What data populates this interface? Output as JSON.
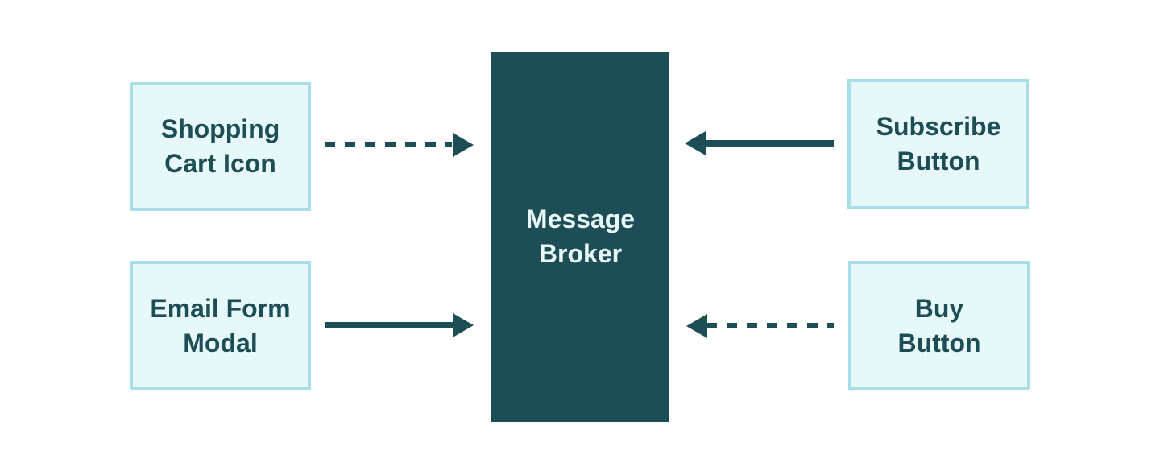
{
  "diagram": {
    "broker": {
      "id": "message-broker",
      "label": "Message\nBroker"
    },
    "nodes": [
      {
        "id": "shopping-cart-icon",
        "label": "Shopping\nCart Icon",
        "side": "left",
        "row": "top"
      },
      {
        "id": "email-form-modal",
        "label": "Email Form\nModal",
        "side": "left",
        "row": "bottom"
      },
      {
        "id": "subscribe-button",
        "label": "Subscribe\nButton",
        "side": "right",
        "row": "top"
      },
      {
        "id": "buy-button",
        "label": "Buy\nButton",
        "side": "right",
        "row": "bottom"
      }
    ],
    "edges": [
      {
        "from": "shopping-cart-icon",
        "to": "message-broker",
        "line_style": "dashed",
        "direction": "right"
      },
      {
        "from": "subscribe-button",
        "to": "message-broker",
        "line_style": "solid",
        "direction": "left"
      },
      {
        "from": "email-form-modal",
        "to": "message-broker",
        "line_style": "solid",
        "direction": "right"
      },
      {
        "from": "buy-button",
        "to": "message-broker",
        "line_style": "dashed",
        "direction": "left"
      }
    ],
    "colors": {
      "background": "#ffffff",
      "broker_fill": "#1d4e56",
      "broker_text": "#e9f7f9",
      "node_fill": "#e7f8fb",
      "node_border": "#a9dee8",
      "node_text": "#1d4e56",
      "arrow": "#1d4e56"
    }
  }
}
